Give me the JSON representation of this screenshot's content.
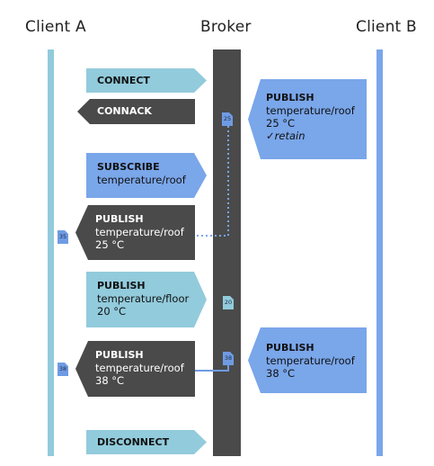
{
  "headers": {
    "client_a": "Client A",
    "broker": "Broker",
    "client_b": "Client B"
  },
  "messages": {
    "connect": {
      "label": "CONNECT"
    },
    "connack": {
      "label": "CONNACK"
    },
    "subscribe": {
      "label": "SUBSCRIBE",
      "topic": "temperature/roof"
    },
    "publish_roof_25": {
      "label": "PUBLISH",
      "topic": "temperature/roof",
      "value": "25 °C"
    },
    "publish_floor_20": {
      "label": "PUBLISH",
      "topic": "temperature/floor",
      "value": "20 °C"
    },
    "publish_roof_38_to_a": {
      "label": "PUBLISH",
      "topic": "temperature/roof",
      "value": "38 °C"
    },
    "disconnect": {
      "label": "DISCONNECT"
    },
    "publish_retain_from_b": {
      "label": "PUBLISH",
      "topic": "temperature/roof",
      "value": "25 °C",
      "flag": "✓retain"
    },
    "publish_roof_38_from_b": {
      "label": "PUBLISH",
      "topic": "temperature/roof",
      "value": "38 °C"
    }
  },
  "badges": {
    "retained_25": "25",
    "client_a_35": "35",
    "broker_20": "20",
    "client_a_38": "38",
    "broker_38": "38"
  },
  "colors": {
    "client_a": "#92cbdc",
    "client_b": "#7aa6ea",
    "broker": "#4a4a4a"
  }
}
